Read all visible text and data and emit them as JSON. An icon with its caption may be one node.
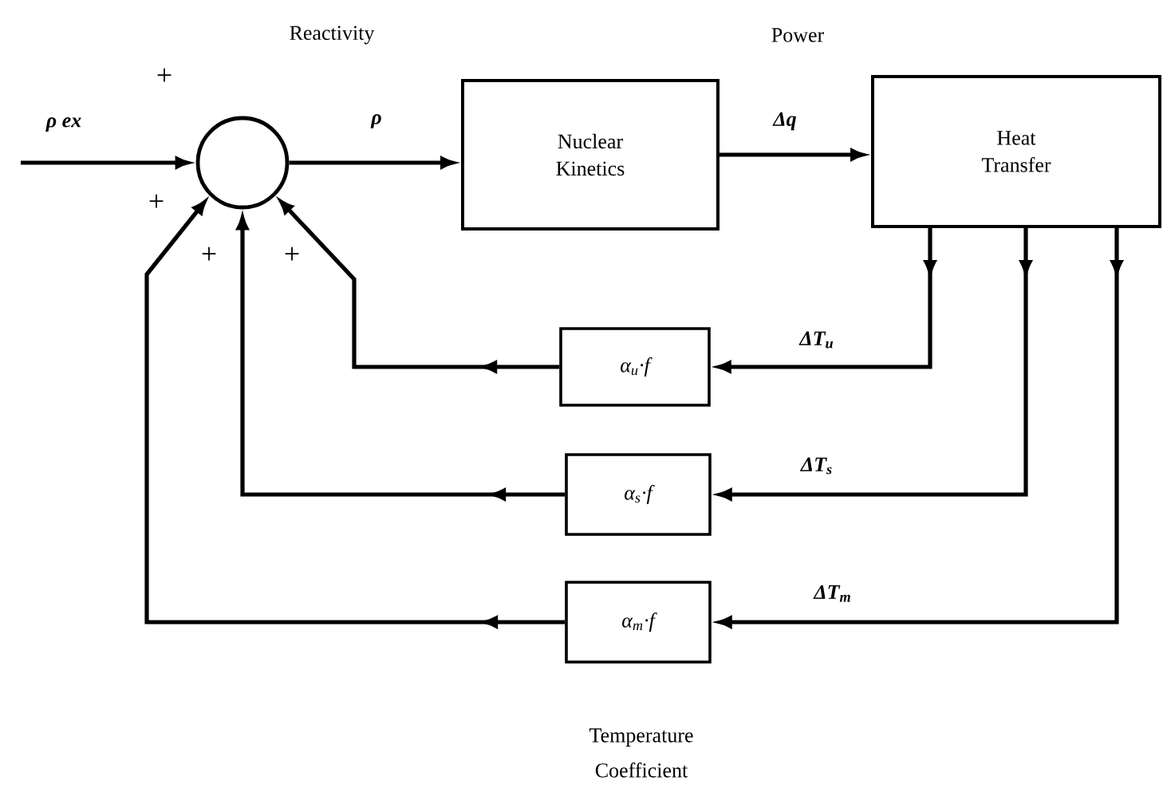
{
  "diagram": {
    "nodes": [
      {
        "text": [],
        "shape": "circle"
      },
      {
        "text": [
          "Nuclear Kinetics"
        ]
      },
      {
        "text": [
          "Heat Transfer"
        ]
      },
      {
        "text": [
          "α$_{u}$·f"
        ]
      },
      {
        "text": [
          "α$_{s}$·f"
        ]
      },
      {
        "text": [
          "α$_{m}$·f"
        ]
      }
    ],
    "edges": [
      {
        "from": null,
        "to": 0,
        "arrow": "to",
        "label": "ρ ex"
      },
      {
        "from": 0,
        "to": 1,
        "arrow": "to",
        "label": "ρ"
      },
      {
        "from": 1,
        "to": 2,
        "arrow": "to",
        "label": "Δq"
      },
      {
        "from": 2,
        "to": 3,
        "arrow": "to",
        "label": "ΔT$_{u}$"
      },
      {
        "from": 2,
        "to": 4,
        "arrow": "to",
        "label": "ΔT$_{s}$"
      },
      {
        "from": 2,
        "to": 5,
        "arrow": "to",
        "label": "ΔT$_{m}$"
      },
      {
        "from": 3,
        "to": 0,
        "arrow": "to"
      },
      {
        "from": 4,
        "to": 0,
        "arrow": "to"
      },
      {
        "from": 5,
        "to": 0,
        "arrow": "to"
      }
    ],
    "labels": [
      "Reactivity",
      "Power",
      "+",
      "+",
      "+",
      "+",
      "Temperature Coefficient"
    ]
  }
}
